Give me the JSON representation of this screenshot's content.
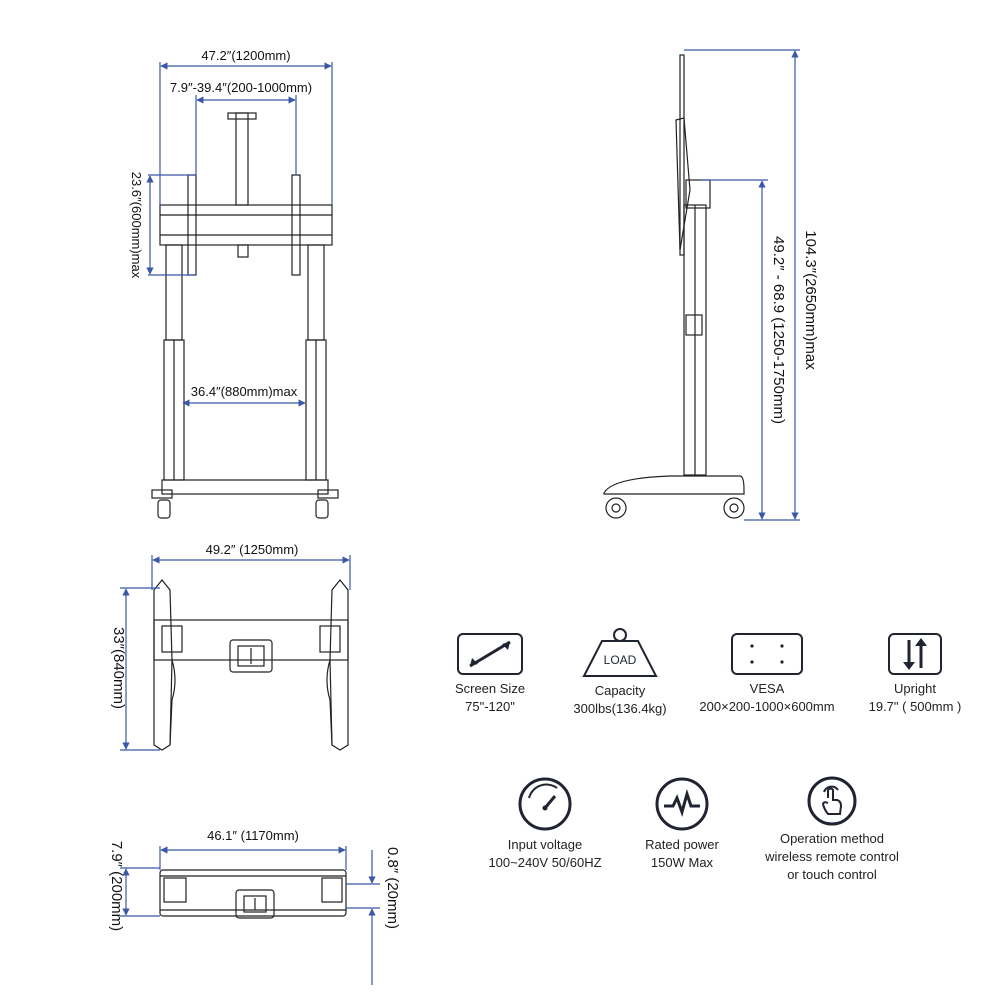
{
  "colors": {
    "dimension": "#3b57a8",
    "drawing": "#222222",
    "text": "#111111",
    "icon": "#1f2430"
  },
  "front_view": {
    "overall_width": "47.2″(1200mm)",
    "vesa_width": "7.9″-39.4″(200-1000mm)",
    "vesa_height": "23.6″(600mm)max",
    "inner_width": "36.4″(880mm)max"
  },
  "side_view": {
    "height_range": "49.2″ - 68.9 (1250-1750mm)",
    "total_height": "104.3″(2650mm)max"
  },
  "top_view": {
    "base_width": "49.2″ (1250mm)",
    "base_depth": "33″(840mm)"
  },
  "bottom_view": {
    "width": "46.1″ (1170mm)",
    "depth": "7.9″ (200mm)",
    "clearance": "0.8″ (20mm)"
  },
  "specs": [
    {
      "icon": "screen-size-icon",
      "label": "Screen Size",
      "value": "75\"-120\""
    },
    {
      "icon": "load-weight-icon",
      "icon_text": "LOAD",
      "label": "Capacity",
      "value": "300lbs(136.4kg)"
    },
    {
      "icon": "vesa-pattern-icon",
      "label": "VESA",
      "value": "200×200-1000×600mm"
    },
    {
      "icon": "upright-arrows-icon",
      "label": "Upright",
      "value": "19.7\" ( 500mm )"
    },
    {
      "icon": "voltage-gauge-icon",
      "label": "Input voltage",
      "value": "100~240V 50/60HZ"
    },
    {
      "icon": "power-pulse-icon",
      "label": "Rated power",
      "value": "150W Max"
    },
    {
      "icon": "touch-hand-icon",
      "label": "Operation method",
      "value": "wireless remote control",
      "value2": "or touch control"
    }
  ]
}
